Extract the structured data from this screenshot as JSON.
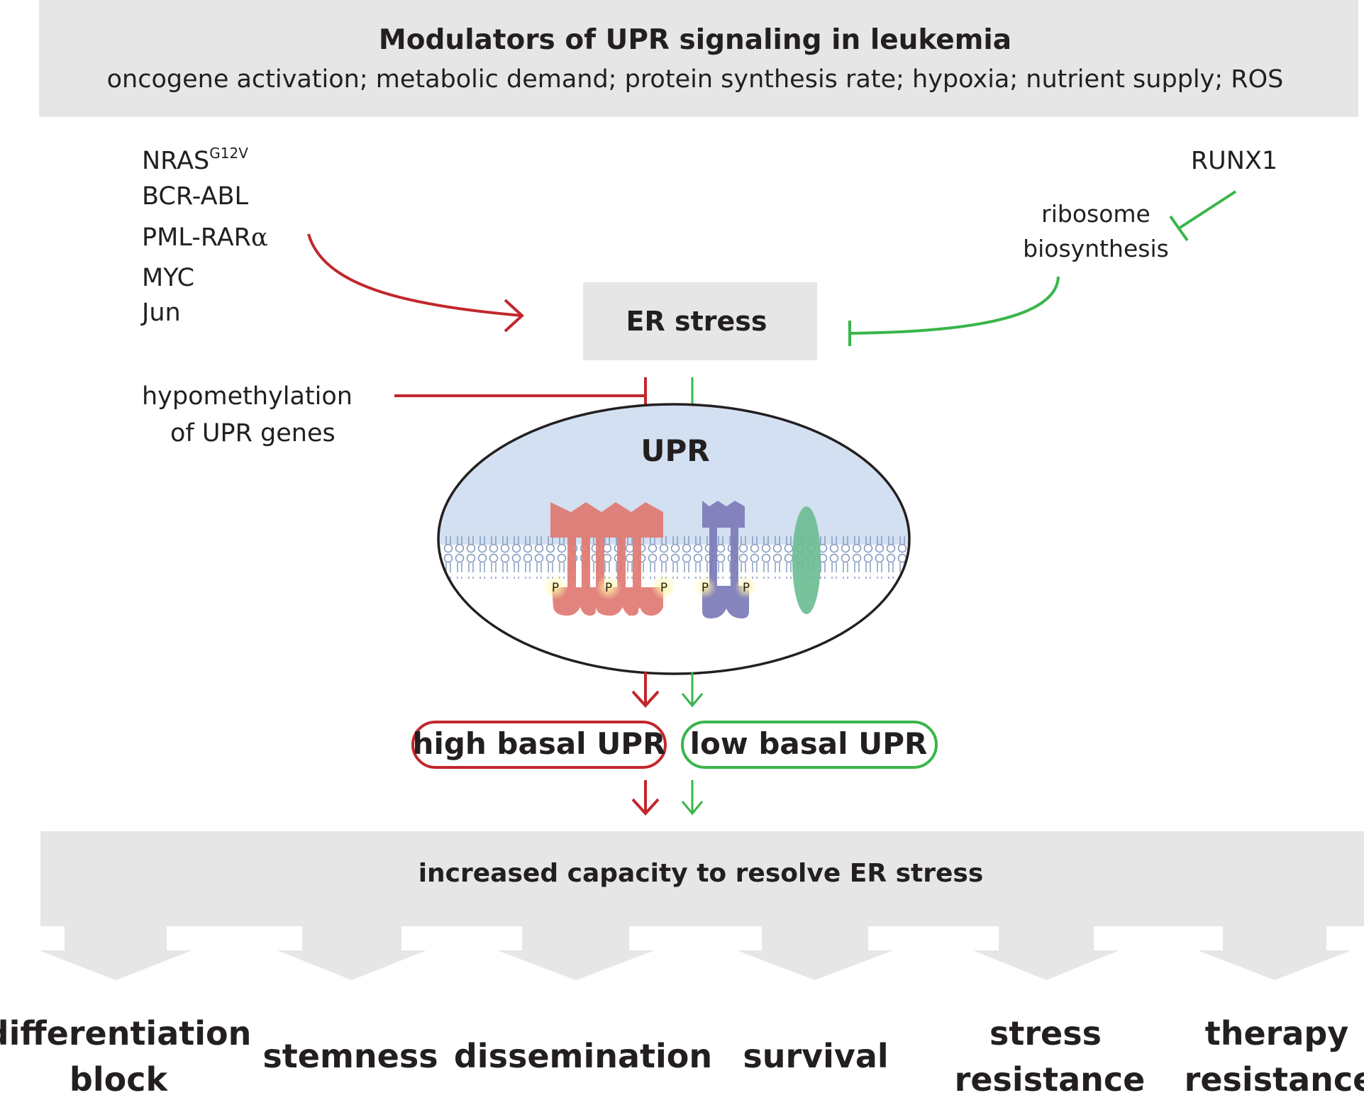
{
  "header": {
    "title": "Modulators of UPR signaling in leukemia",
    "subtitle": "oncogene activation; metabolic demand; protein synthesis rate;  hypoxia; nutrient supply; ROS"
  },
  "oncogenes": {
    "nras": "NRAS",
    "nras_sup": "G12V",
    "bcr_abl": "BCR-ABL",
    "pml_rar": "PML-RAR",
    "pml_rar_alpha": "α",
    "myc": "MYC",
    "jun": "Jun"
  },
  "runx1": "RUNX1",
  "ribosome": {
    "line1": "ribosome",
    "line2": "biosynthesis"
  },
  "er_stress": "ER stress",
  "hypomethylation": {
    "line1": "hypomethylation",
    "line2": "of UPR genes"
  },
  "upr_label": "UPR",
  "phospho_label": "P",
  "high_basal": "high basal UPR",
  "low_basal": "low basal UPR",
  "capacity": "increased capacity to resolve ER stress",
  "outcomes": [
    {
      "line1": "differentiation",
      "line2": "block"
    },
    {
      "line1": "stemness",
      "line2": ""
    },
    {
      "line1": "dissemination",
      "line2": ""
    },
    {
      "line1": "survival",
      "line2": ""
    },
    {
      "line1": "stress",
      "line2": "resistance"
    },
    {
      "line1": "therapy",
      "line2": "resistance"
    }
  ],
  "colors": {
    "red": "#c1272d",
    "green": "#39b54a",
    "panel_gray": "#e6e6e6",
    "upr_fill": "#d3e0f1",
    "receptor_red": "#e07a72",
    "receptor_purple": "#7d7bb9",
    "receptor_green": "#6cbd94",
    "lipid": "#8fa5c7"
  }
}
